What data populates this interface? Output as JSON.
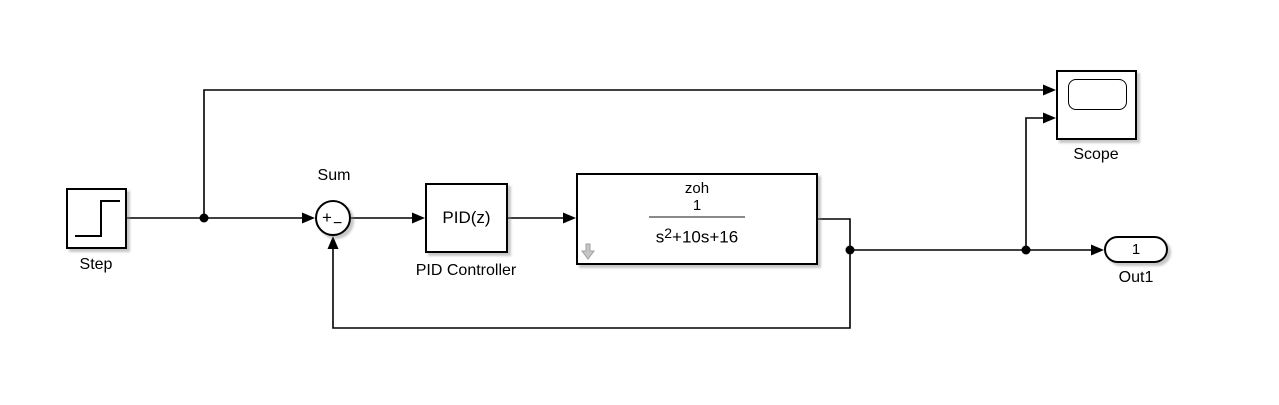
{
  "theme": {
    "canvas_bg": "#ffffff",
    "wire_color": "#000000",
    "block_border": "#000000",
    "block_fill": "#ffffff",
    "fraction_bar": "#8a8a8a",
    "rate_arrow_fill": "#c6c6c6",
    "rate_arrow_stroke": "#a0a0a0"
  },
  "blocks": {
    "step": {
      "label": "Step"
    },
    "sum": {
      "label": "Sum",
      "plus_sign": "+",
      "minus_sign": "−"
    },
    "pid": {
      "display": "PID(z)",
      "label": "PID Controller"
    },
    "plant": {
      "method": "zoh",
      "numerator": "1",
      "denominator_base": "s",
      "denominator_exponent": "2",
      "denominator_rest": "+10s+16"
    },
    "scope": {
      "label": "Scope"
    },
    "out1": {
      "port_number": "1",
      "label": "Out1"
    }
  }
}
